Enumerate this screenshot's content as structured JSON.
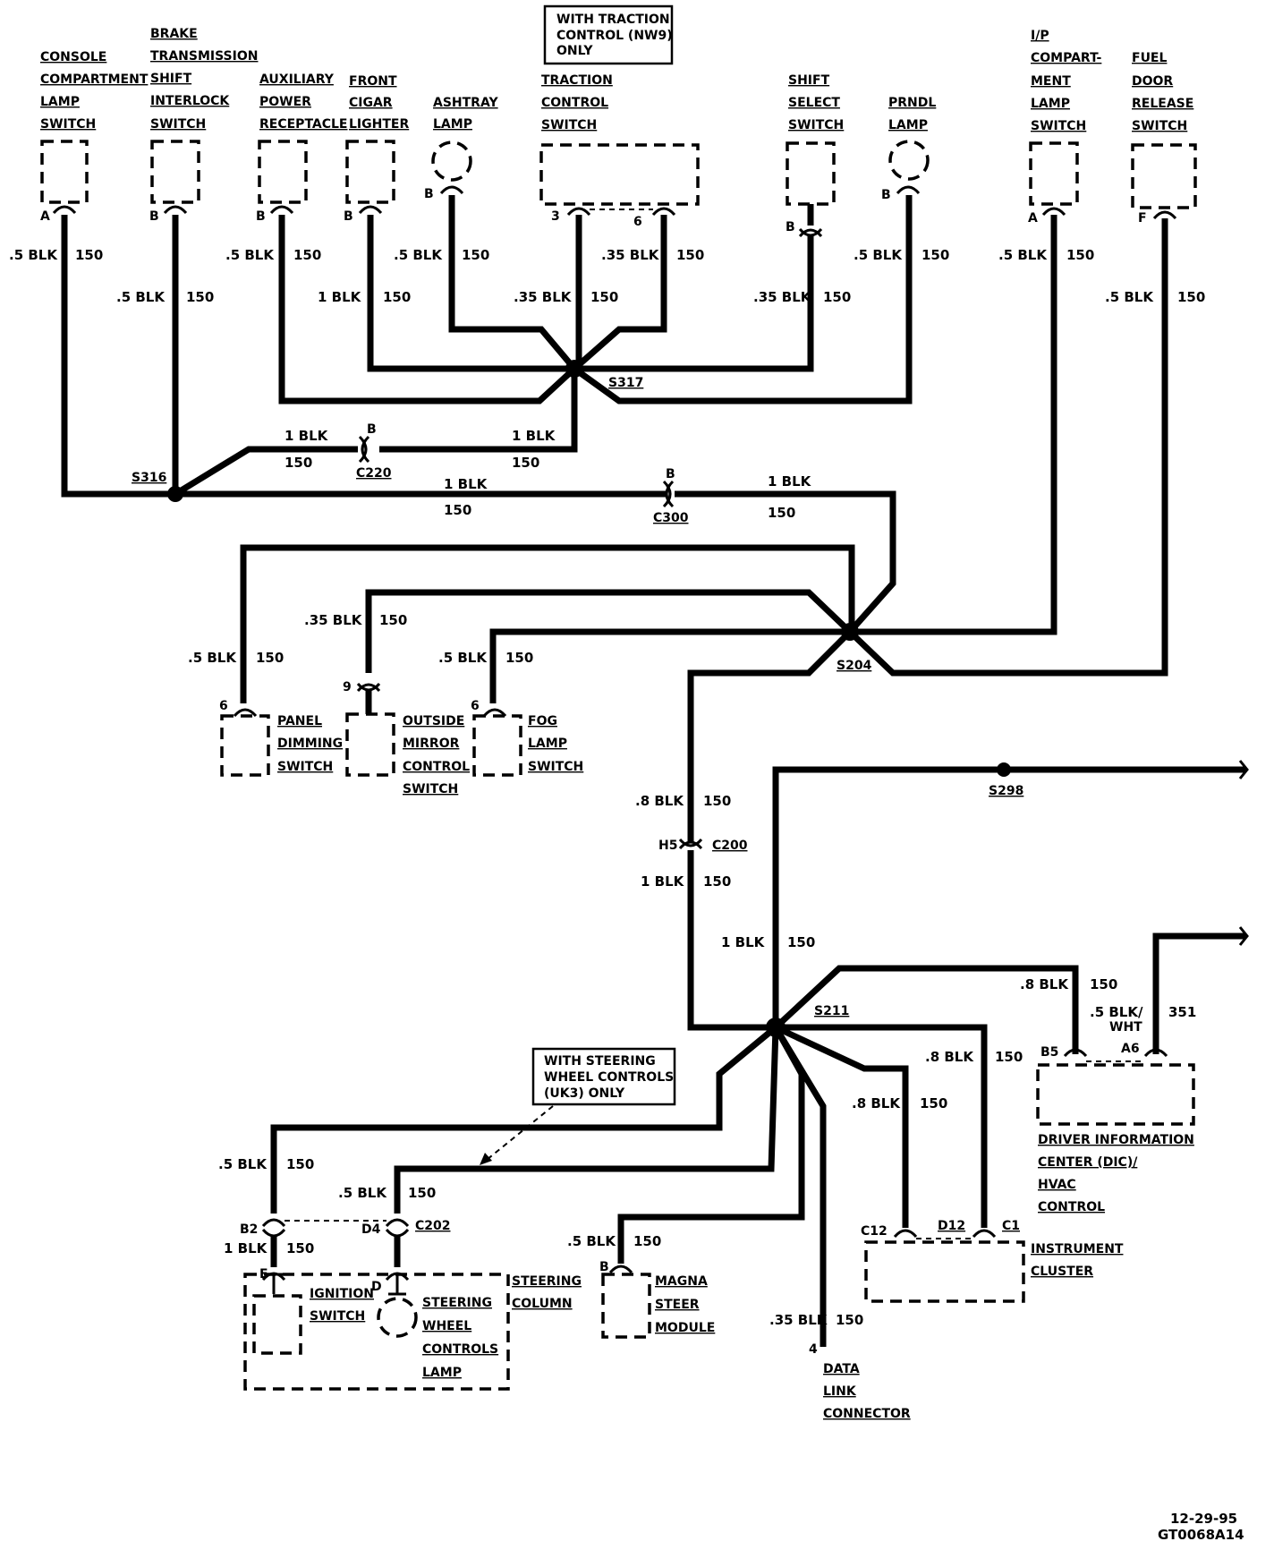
{
  "notes": {
    "traction_only": [
      "WITH TRACTION",
      "CONTROL (NW9)",
      "ONLY"
    ],
    "steering_only": [
      "WITH STEERING",
      "WHEEL CONTROLS",
      "(UK3) ONLY"
    ]
  },
  "components": {
    "console_lamp_switch": [
      "CONSOLE",
      "COMPARTMENT",
      "LAMP",
      "SWITCH"
    ],
    "bts_interlock_switch": [
      "BRAKE",
      "TRANSMISSION",
      "SHIFT",
      "INTERLOCK",
      "SWITCH"
    ],
    "aux_power": [
      "AUXILIARY",
      "POWER",
      "RECEPTACLE"
    ],
    "cigar_lighter": [
      "FRONT",
      "CIGAR",
      "LIGHTER"
    ],
    "ashtray_lamp": [
      "ASHTRAY",
      "LAMP"
    ],
    "traction_switch": [
      "TRACTION",
      "CONTROL",
      "SWITCH"
    ],
    "shift_select_switch": [
      "SHIFT",
      "SELECT",
      "SWITCH"
    ],
    "prndl_lamp": [
      "PRNDL",
      "LAMP"
    ],
    "ip_lamp_switch": [
      "I/P",
      "COMPART-",
      "MENT",
      "LAMP",
      "SWITCH"
    ],
    "fuel_door_switch": [
      "FUEL",
      "DOOR",
      "RELEASE",
      "SWITCH"
    ],
    "panel_dimming": [
      "PANEL",
      "DIMMING",
      "SWITCH"
    ],
    "outside_mirror": [
      "OUTSIDE",
      "MIRROR",
      "CONTROL",
      "SWITCH"
    ],
    "fog_lamp_switch": [
      "FOG",
      "LAMP",
      "SWITCH"
    ],
    "dic_hvac": [
      "DRIVER INFORMATION",
      "CENTER (DIC)/",
      "HVAC",
      "CONTROL"
    ],
    "instrument_cluster": [
      "INSTRUMENT",
      "CLUSTER"
    ],
    "steering_column": [
      "STEERING",
      "COLUMN"
    ],
    "ignition_switch": [
      "IGNITION",
      "SWITCH"
    ],
    "steering_wheel_lamp": [
      "STEERING",
      "WHEEL",
      "CONTROLS",
      "LAMP"
    ],
    "magnasteer": [
      "MAGNA",
      "STEER",
      "MODULE"
    ],
    "data_link": [
      "DATA",
      "LINK",
      "CONNECTOR"
    ]
  },
  "splices": {
    "s317": "S317",
    "s316": "S316",
    "s204": "S204",
    "s211": "S211",
    "s298": "S298"
  },
  "connectors": {
    "c220": "C220",
    "c300": "C300",
    "c200": "C200",
    "c202": "C202"
  },
  "pins": {
    "console": "A",
    "bts": "B",
    "aux": "B",
    "cigar": "B",
    "ashtray": "B",
    "tcs_a": "3",
    "tcs_b": "6",
    "shift": "B",
    "prndl": "B",
    "ip": "A",
    "fuel": "F",
    "c220": "B",
    "c300": "B",
    "dimming": "6",
    "mirror": "9",
    "fog": "6",
    "c200": "H5",
    "dic_b": "B5",
    "dic_a": "A6",
    "ic_a": "C12",
    "ic_b": "D12",
    "ic_c": "C1",
    "ign_conn": "B2",
    "swc_conn": "D4",
    "ign": "E",
    "swc": "D",
    "magna": "B",
    "dlc": "4"
  },
  "wires": {
    "w_console": ".5 BLK",
    "w_bts": ".5 BLK",
    "w_aux": ".5 BLK",
    "w_cigar": "1 BLK",
    "w_ashtray": ".5 BLK",
    "w_tcs_a": ".35 BLK",
    "w_tcs_b": ".35 BLK",
    "w_shift": ".35 BLK",
    "w_prndl": ".5 BLK",
    "w_ip": ".5 BLK",
    "w_fuel": ".5 BLK",
    "w_c220_l": "1 BLK",
    "w_c220_r": "1 BLK",
    "w_c300_l": "1 BLK",
    "w_c300_r": "1 BLK",
    "w_dimming": ".5 BLK",
    "w_mirror": ".35 BLK",
    "w_fog": ".5 BLK",
    "w_c200_top": ".8 BLK",
    "w_c200_bot": "1 BLK",
    "w_s211": "1 BLK",
    "w_dic": ".8 BLK",
    "w_dic_351": ".5 BLK/",
    "w_dic_351b": "WHT",
    "w_ic_a": ".8 BLK",
    "w_ic_c": ".8 BLK",
    "w_ign_top": ".5 BLK",
    "w_ign_bot": "1 BLK",
    "w_swc": ".5 BLK",
    "w_magna": ".5 BLK",
    "w_dlc": ".35 BLK",
    "circuit": "150",
    "circuit_351": "351"
  },
  "footer": {
    "date": "12-29-95",
    "code": "GT0068A14"
  }
}
